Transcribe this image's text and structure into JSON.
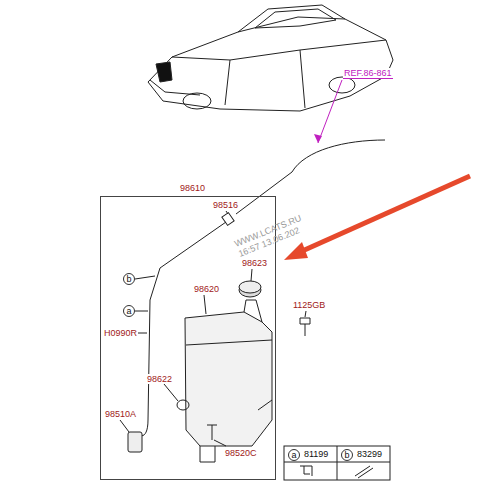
{
  "diagram": {
    "nodes": [
      {
        "text": [
          "98610"
        ]
      }
    ],
    "labels": [
      "REF.86-861",
      "98516",
      "WWW.LCATS.RU",
      "16:57 13.06.202",
      "98623",
      "b",
      "98620",
      "a",
      "1125GB",
      "H0990R",
      "98622",
      "98510A",
      "98520C",
      "a",
      "81199",
      "b",
      "83299"
    ]
  }
}
